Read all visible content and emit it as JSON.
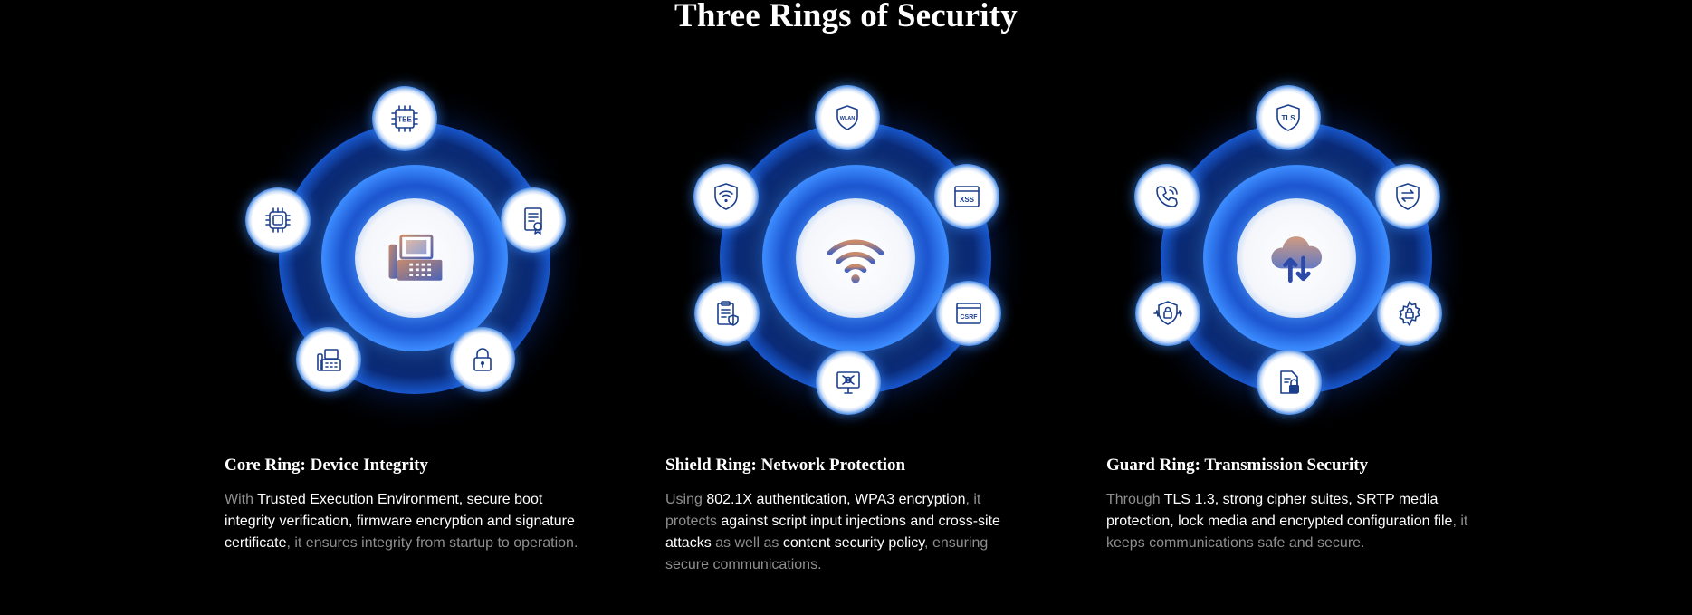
{
  "page": {
    "title": "Three Rings of Security"
  },
  "rings": [
    {
      "heading": "Core Ring: Device Integrity",
      "hub_icon": "desk-phone-icon",
      "node_icons": [
        "tee-chip-icon",
        "certificate-icon",
        "lock-icon",
        "ip-phone-icon",
        "processor-icon"
      ],
      "node_labels": {
        "tee": "TEE"
      },
      "text": {
        "p1": "With ",
        "h1": "Trusted Execution Environment, secure boot integrity verification, firmware encryption and signature certificate",
        "p2": ", it ensures integrity from startup to operation."
      }
    },
    {
      "heading": "Shield Ring: Network Protection",
      "hub_icon": "wifi-icon",
      "node_icons": [
        "wlan-shield-icon",
        "xss-window-icon",
        "csrf-window-icon",
        "monitor-alert-icon",
        "policy-clipboard-icon",
        "wifi-shield-icon"
      ],
      "node_labels": {
        "wlan": "WLAN",
        "xss": "XSS",
        "csrf": "CSRF"
      },
      "text": {
        "p1": "Using ",
        "h1": "802.1X authentication, WPA3 encryption",
        "p2": ", it protects ",
        "h2": "against script input injections and cross-site attacks",
        "p3": " as well as ",
        "h3": "content security policy",
        "p4": ", ensuring secure communications."
      }
    },
    {
      "heading": "Guard Ring: Transmission Security",
      "hub_icon": "cloud-transfer-icon",
      "node_icons": [
        "tls-shield-icon",
        "exchange-shield-icon",
        "gear-lock-icon",
        "locked-file-icon",
        "media-lock-icon",
        "phone-call-icon"
      ],
      "node_labels": {
        "tls": "TLS"
      },
      "text": {
        "p1": "Through ",
        "h1": "TLS 1.3, strong cipher suites, SRTP media protection, lock media and encrypted configuration file",
        "p2": ", it keeps communications safe and secure."
      }
    }
  ],
  "colors": {
    "background": "#000000",
    "glow": "#2a6fdc",
    "icon": "#1c3f8c",
    "muted_text": "#8e8e8e"
  }
}
